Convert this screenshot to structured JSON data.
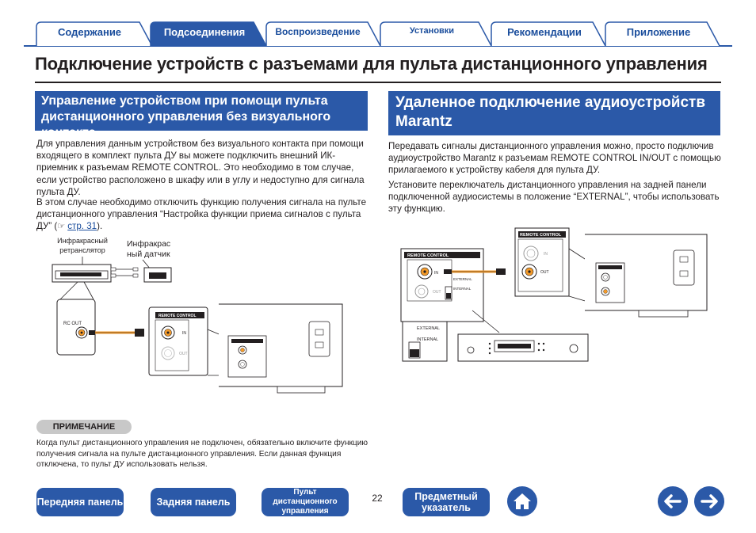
{
  "tabs": [
    {
      "label": "Содержание",
      "active": false
    },
    {
      "label": "Подсоединения",
      "active": true
    },
    {
      "label": "Воспроизведение",
      "active": false
    },
    {
      "label": "Установки",
      "active": false
    },
    {
      "label": "Рекомендации",
      "active": false
    },
    {
      "label": "Приложение",
      "active": false
    }
  ],
  "title": "Подключение устройств с разъемами для пульта дистанционного управления",
  "left_section": {
    "heading": "Управление устройством при помощи пульта дистанционного управления без визуального контакта",
    "para1": "Для управления данным устройством без визуального контакта при помощи входящего в комплект пульта ДУ вы можете подключить внешний ИК-приемник к разъемам REMOTE CONTROL. Это необходимо в том случае, если устройство расположено в шкафу или в углу и недоступно для сигнала пульта ДУ.",
    "para2_before": "В этом случае необходимо отключить функцию получения сигнала на пульте дистанционного управления “Настройка функции приема сигналов с пульта ДУ” (",
    "para2_link": "стр. 31",
    "para2_after": ").",
    "diagram": {
      "label_repeater": "Инфракрасный ретранслятор",
      "label_sensor": "Инфракрас ный датчик",
      "label_rc_out": "RC OUT",
      "label_remote_control": "REMOTE CONTROL",
      "label_in": "IN",
      "label_out": "OUT"
    }
  },
  "right_section": {
    "heading": "Удаленное подключение аудиоустройств Marantz",
    "para1": "Передавать сигналы дистанционного управления можно, просто подключив аудиоустройство Marantz к разъемам REMOTE CONTROL IN/OUT с помощью прилагаемого к устройству кабеля для пульта ДУ.",
    "para2": "Установите переключатель дистанционного управления на задней панели подключенной аудиосистемы в положение “EXTERNAL”, чтобы использовать эту функцию.",
    "diagram": {
      "label_remote_control": "REMOTE CONTROL",
      "label_in": "IN",
      "label_out": "OUT",
      "label_external": "EXTERNAL",
      "label_internal": "INTERNAL"
    }
  },
  "note": {
    "badge": "ПРИМЕЧАНИЕ",
    "text": "Когда пульт дистанционного управления не подключен, обязательно включите функцию получения сигнала на пульте дистанционного управления. Если данная функция отключена, то пульт ДУ использовать нельзя."
  },
  "footer": {
    "front_panel": "Передняя панель",
    "rear_panel": "Задняя панель",
    "remote": "Пульт дистанционного управления",
    "page_number": "22",
    "index": "Предметный указатель"
  },
  "colors": {
    "accent": "#2b59a8",
    "note_badge": "#c8c8c8",
    "cable": "#f39a2a"
  }
}
